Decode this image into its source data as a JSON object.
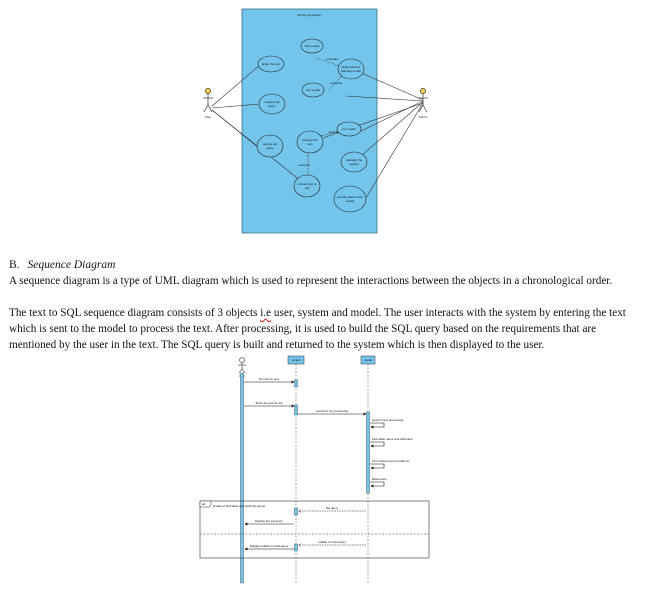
{
  "usecase": {
    "system_title": "Text to sql system",
    "actors": {
      "left": "User",
      "right": "Admin"
    },
    "usecases": {
      "train": "train model",
      "build": [
        "build machine",
        "learning model"
      ],
      "test": "test model",
      "enter": "Enter the text",
      "request": [
        "request sql",
        "query"
      ],
      "access": [
        "access sql",
        "query"
      ],
      "process": [
        "process the",
        "text"
      ],
      "run": "run model",
      "maintain": [
        "maintain the",
        "system"
      ],
      "convert": [
        "convert text to",
        "sql"
      ],
      "provide": [
        "provide data for the",
        "model"
      ]
    },
    "stereotypes": {
      "include": "«include»",
      "extend": "«extend»"
    }
  },
  "section": {
    "number": "B.",
    "title": "Sequence Diagram"
  },
  "paragraphs": [
    [
      {
        "t": "A sequence diagram is a type of UML diagram which is used to represent the interactions between the objects in a chronological order."
      }
    ],
    [
      {
        "t": "The text to SQL sequence diagram consists of 3 objects "
      },
      {
        "t": "i.e",
        "mark": "wavy"
      },
      {
        "t": " user, system and model. The user interacts with the system by entering the text which is sent to the model to process the text.  After processing, it is used to build the SQL query based on the requirements that are mentioned by the user in the text. The SQL query is built and returned to the system which is then displayed to the user."
      }
    ]
  ],
  "sequence": {
    "lifelines": {
      "actor": "User",
      "system": "system",
      "model": "model"
    },
    "messages": {
      "m1": "Prompt for text",
      "m2": "Enter the text for sql",
      "m3": "send text for processing",
      "m4": "perform text processing",
      "m5": "Find table name and attributes",
      "m6": "Find clauses and conditions",
      "m7": "Build query",
      "m8": "Sql query",
      "m9": "Display the sql query",
      "m10": "unable to build query",
      "m11": "Display unable to build query"
    },
    "fragment": {
      "operator": "alt",
      "guard": "[if able to find table and build sql query]"
    }
  }
}
